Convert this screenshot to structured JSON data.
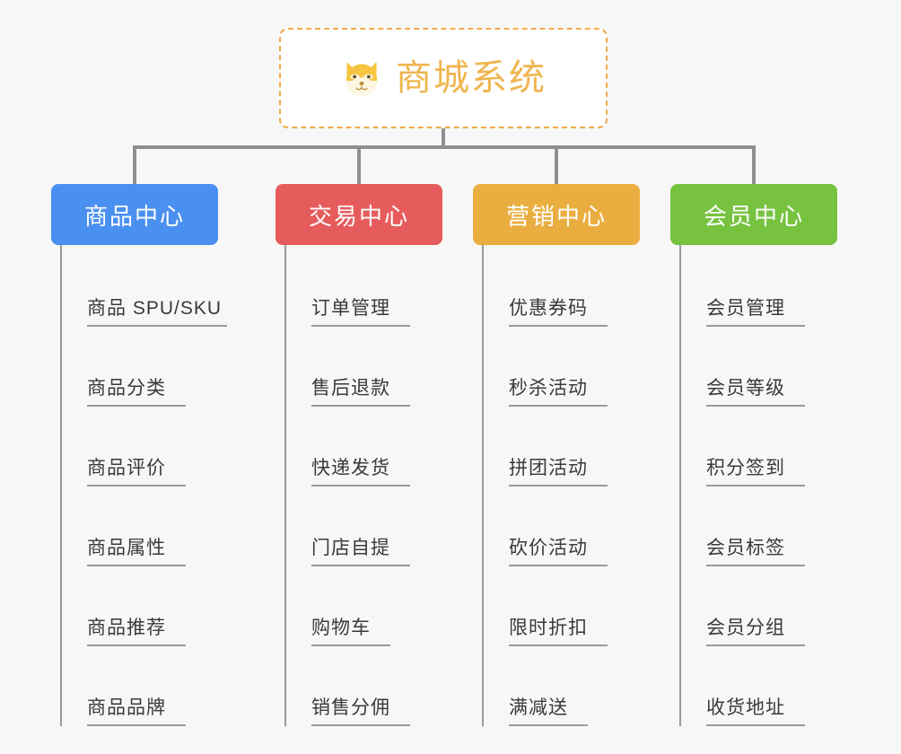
{
  "diagram": {
    "title": "商城系统",
    "background_color": "#f7f7f7",
    "root": {
      "label": "商城系统",
      "icon": "shiba-dog-face-icon",
      "text_color": "#efb54e",
      "border_color": "#efab4a",
      "fill_color": "#ffffff"
    },
    "connector_color": "#8f8f8f",
    "leaf_line_color": "#9a9a9a",
    "leaf_text_color": "#3a3a3a",
    "columns": [
      {
        "header": "商品中心",
        "color": "#4a90f0",
        "items": [
          "商品 SPU/SKU",
          "商品分类",
          "商品评价",
          "商品属性",
          "商品推荐",
          "商品品牌"
        ]
      },
      {
        "header": "交易中心",
        "color": "#e65c5c",
        "items": [
          "订单管理",
          "售后退款",
          "快递发货",
          "门店自提",
          "购物车",
          "销售分佣"
        ]
      },
      {
        "header": "营销中心",
        "color": "#eaae40",
        "items": [
          "优惠券码",
          "秒杀活动",
          "拼团活动",
          "砍价活动",
          "限时折扣",
          "满减送"
        ]
      },
      {
        "header": "会员中心",
        "color": "#77c340",
        "items": [
          "会员管理",
          "会员等级",
          "积分签到",
          "会员标签",
          "会员分组",
          "收货地址"
        ]
      }
    ]
  }
}
